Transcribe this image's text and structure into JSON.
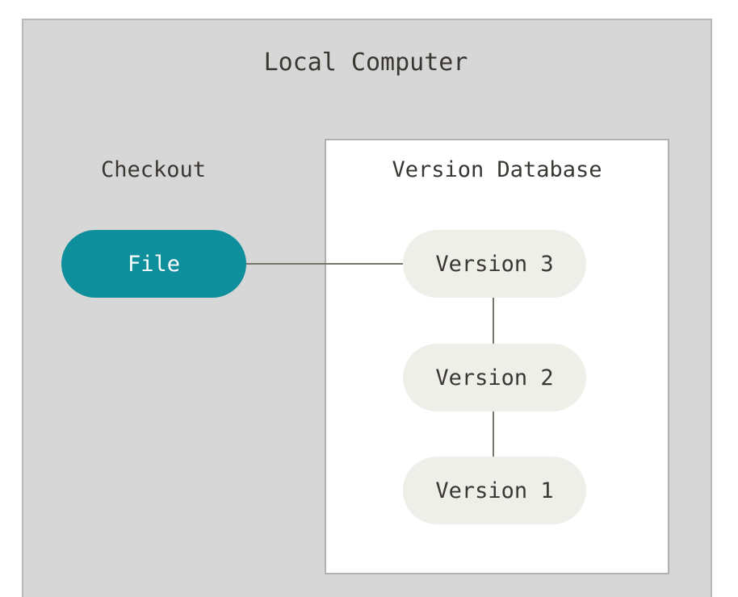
{
  "diagram": {
    "title": "Local Computer",
    "checkout": {
      "label": "Checkout",
      "file": "File"
    },
    "database": {
      "label": "Version Database",
      "versions": [
        "Version 3",
        "Version 2",
        "Version 1"
      ]
    },
    "colors": {
      "outer_background": "#d7d7d7",
      "file_fill": "#0f8e9b",
      "version_fill": "#efefe9",
      "connector": "#7a746e",
      "text": "#3a3632"
    }
  }
}
